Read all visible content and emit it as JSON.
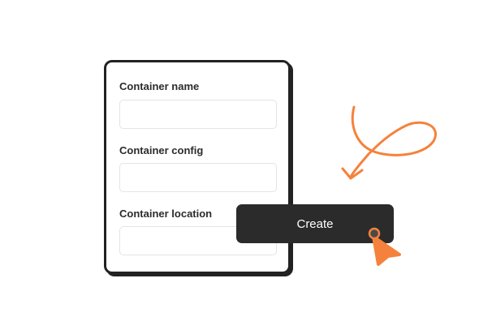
{
  "form": {
    "fields": [
      {
        "label": "Container name",
        "value": "",
        "placeholder": ""
      },
      {
        "label": "Container config",
        "value": "",
        "placeholder": ""
      },
      {
        "label": "Container location",
        "value": "",
        "placeholder": ""
      }
    ]
  },
  "actions": {
    "create_label": "Create"
  },
  "decorations": {
    "squiggle_icon": "curly-arrow-icon",
    "cursor_icon": "mouse-pointer-icon"
  },
  "colors": {
    "accent": "#f5823c",
    "button_bg": "#2b2b2b",
    "border": "#222222",
    "input_border": "#e4e4e4"
  }
}
